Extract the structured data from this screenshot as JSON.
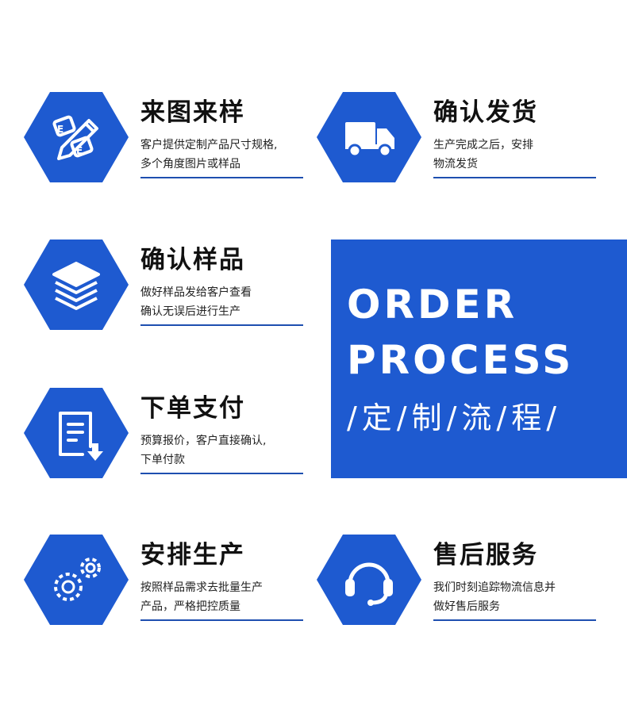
{
  "accent_color": "#1e5ad0",
  "steps": [
    {
      "title": "来图来样",
      "desc_line1": "客户提供定制产品尺寸规格,",
      "desc_line2": "多个角度图片或样品",
      "icon": "design-pencil-icon"
    },
    {
      "title": "确认发货",
      "desc_line1": "生产完成之后，安排",
      "desc_line2": "物流发货",
      "icon": "delivery-truck-icon"
    },
    {
      "title": "确认样品",
      "desc_line1": "做好样品发给客户查看",
      "desc_line2": "确认无误后进行生产",
      "icon": "layers-stack-icon"
    },
    {
      "title": "下单支付",
      "desc_line1": "预算报价，客户直接确认,",
      "desc_line2": "下单付款",
      "icon": "document-download-icon"
    },
    {
      "title": "安排生产",
      "desc_line1": "按照样品需求去批量生产",
      "desc_line2": "产品，严格把控质量",
      "icon": "gears-icon"
    },
    {
      "title": "售后服务",
      "desc_line1": "我们时刻追踪物流信息并",
      "desc_line2": "做好售后服务",
      "icon": "headset-icon"
    }
  ],
  "banner": {
    "line1": "ORDER",
    "line2": "PROCESS",
    "line3": "/定/制/流/程/"
  }
}
